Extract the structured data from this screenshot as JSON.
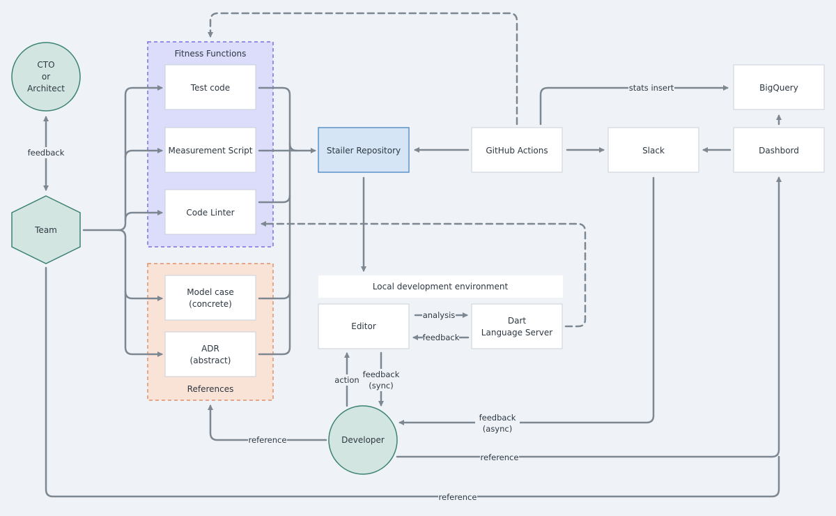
{
  "colors": {
    "background": "#eff3f7",
    "node_fill": "#ffffff",
    "node_border": "#c9d1d9",
    "repo_fill": "#d5e5f5",
    "repo_border": "#5b92c8",
    "actor_fill": "#d3e5e1",
    "actor_border": "#3b8272",
    "fitness_fill": "#dcdcfb",
    "fitness_border": "#7b6fe0",
    "references_fill": "#f9e2d6",
    "references_border": "#e2906a",
    "edge": "#7c8792"
  },
  "groups": {
    "fitness_functions": "Fitness Functions",
    "references": "References",
    "local_dev": "Local development environment"
  },
  "nodes": {
    "cto": [
      "CTO",
      "or",
      "Architect"
    ],
    "team": "Team",
    "test_code": "Test code",
    "measurement_script": "Measurement Script",
    "code_linter": "Code Linter",
    "model_case": [
      "Model case",
      "(concrete)"
    ],
    "adr": [
      "ADR",
      "(abstract)"
    ],
    "repository": "Stailer Repository",
    "github_actions": "GitHub Actions",
    "slack": "Slack",
    "dashbord": "Dashbord",
    "bigquery": "BigQuery",
    "editor": "Editor",
    "dart_ls": [
      "Dart",
      "Language Server"
    ],
    "developer": "Developer"
  },
  "edges": {
    "feedback": "feedback",
    "stats_insert": "stats insert",
    "analysis": "analysis",
    "editor_feedback": "feedback",
    "action": "action",
    "feedback_sync": [
      "feedback",
      "(sync)"
    ],
    "feedback_async": [
      "feedback",
      "(async)"
    ],
    "dev_reference_refs": "reference",
    "dev_reference_dashboard": "reference",
    "team_reference": "reference"
  }
}
